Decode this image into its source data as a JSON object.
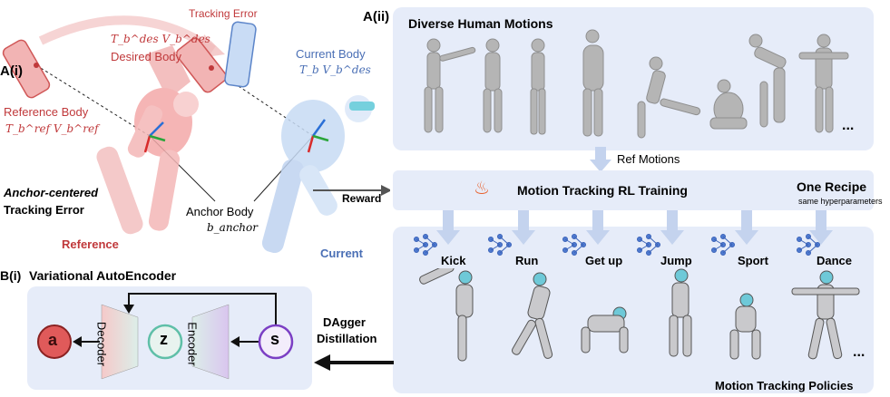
{
  "section_a1": {
    "label": "A(i)",
    "tracking_error": "Tracking Error",
    "desired_sym": "T_b^des V_b^des",
    "desired_label": "Desired Body",
    "current_label": "Current Body",
    "current_sym": "T_b V_b^des",
    "reference_label": "Reference Body",
    "reference_sym": "T_b^ref V_b^ref",
    "anchor_title_line1": "Anchor-centered",
    "anchor_title_line2": "Tracking Error",
    "anchor_body_label": "Anchor Body",
    "anchor_body_sym": "b_anchor",
    "reference_caption": "Reference",
    "current_caption": "Current",
    "reward_label": "Reward"
  },
  "section_a2": {
    "label": "A(ii)",
    "motions_title": "Diverse Human Motions",
    "ellipsis": "...",
    "ref_motions": "Ref Motions",
    "training_title": "Motion Tracking RL Training",
    "recipe_title": "One Recipe",
    "recipe_sub": "same hyperparameters",
    "policies": [
      "Kick",
      "Run",
      "Get up",
      "Jump",
      "Sport",
      "Dance"
    ],
    "policies_caption": "Motion Tracking Policies"
  },
  "section_b": {
    "label": "B(i)",
    "vae_title": "Variational AutoEncoder",
    "decoder": "Decoder",
    "encoder": "Encoder",
    "node_a": "a",
    "node_z": "z",
    "node_s": "s",
    "dagger_line1": "DAgger",
    "dagger_line2": "Distillation"
  },
  "colors": {
    "panel_bg": "#e6ecf9",
    "reference_red": "#c0393b",
    "current_blue": "#4a6fb5",
    "node_a": "#e05a5a",
    "node_z": "#5fbfa8",
    "node_s": "#7b3fc4"
  }
}
